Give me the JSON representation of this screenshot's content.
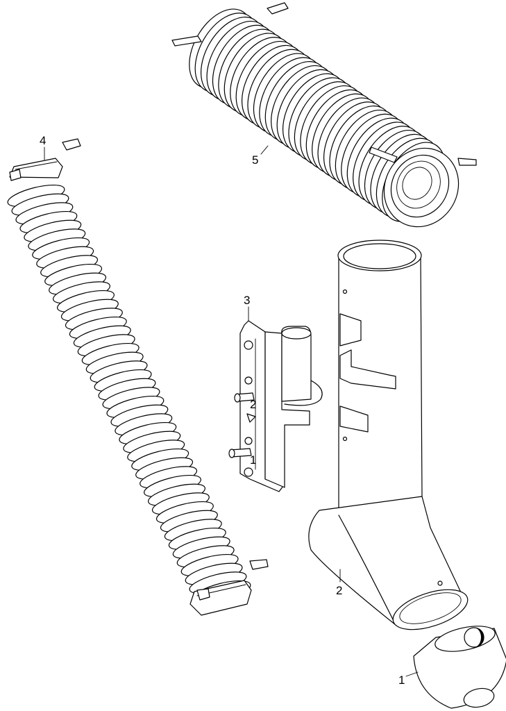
{
  "parts": [
    {
      "number": "1",
      "kind": "end-cap"
    },
    {
      "number": "2",
      "kind": "y-connector-tube"
    },
    {
      "number": "3",
      "kind": "mounting-bracket"
    },
    {
      "number": "4",
      "kind": "long-flexible-hose"
    },
    {
      "number": "5",
      "kind": "short-flexible-hose"
    }
  ],
  "bracket_marks": [
    "2",
    "1"
  ],
  "colors": {
    "line": "#000000",
    "fill": "#ffffff",
    "background": "#ffffff"
  }
}
